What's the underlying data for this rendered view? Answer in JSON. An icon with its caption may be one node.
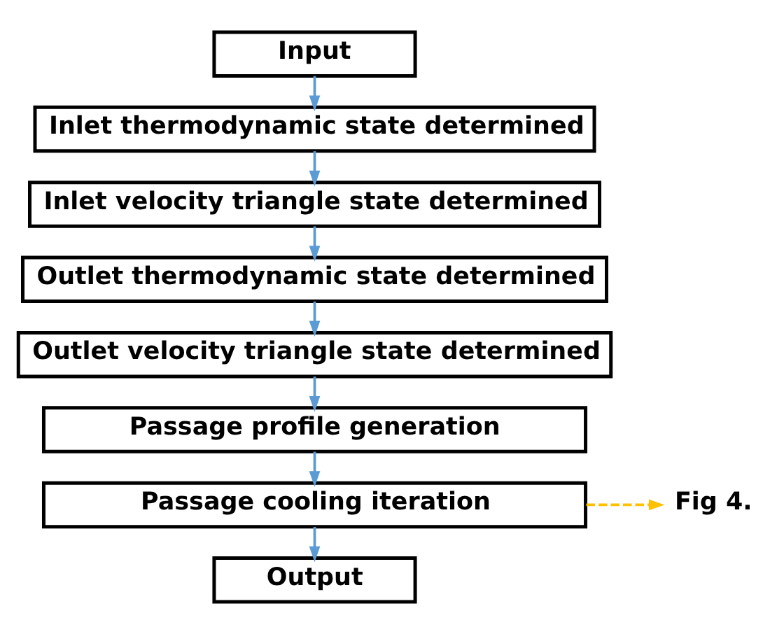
{
  "diagram": {
    "nodes": [
      {
        "text": [
          "Input"
        ]
      },
      {
        "text": [
          "Inlet thermodynamic state determined"
        ]
      },
      {
        "text": [
          "Inlet velocity triangle state determined"
        ]
      },
      {
        "text": [
          "Outlet thermodynamic state determined"
        ]
      },
      {
        "text": [
          "Outlet velocity triangle state determined"
        ]
      },
      {
        "text": [
          "Passage profile generation"
        ]
      },
      {
        "text": [
          "Passage cooling iteration"
        ]
      },
      {
        "text": [
          "Output"
        ]
      },
      {
        "text": [
          "Fig 4."
        ]
      }
    ],
    "edges": [
      {
        "from": 0,
        "to": 1,
        "arrow": "to"
      },
      {
        "from": 1,
        "to": 2,
        "arrow": "to"
      },
      {
        "from": 2,
        "to": 3,
        "arrow": "to"
      },
      {
        "from": 3,
        "to": 4,
        "arrow": "to"
      },
      {
        "from": 4,
        "to": 5,
        "arrow": "to"
      },
      {
        "from": 5,
        "to": 6,
        "arrow": "to"
      },
      {
        "from": 6,
        "to": 7,
        "arrow": "to"
      },
      {
        "from": 6,
        "to": 8,
        "arrow": "to",
        "style": "dashed",
        "color": "#ffc000"
      }
    ]
  }
}
